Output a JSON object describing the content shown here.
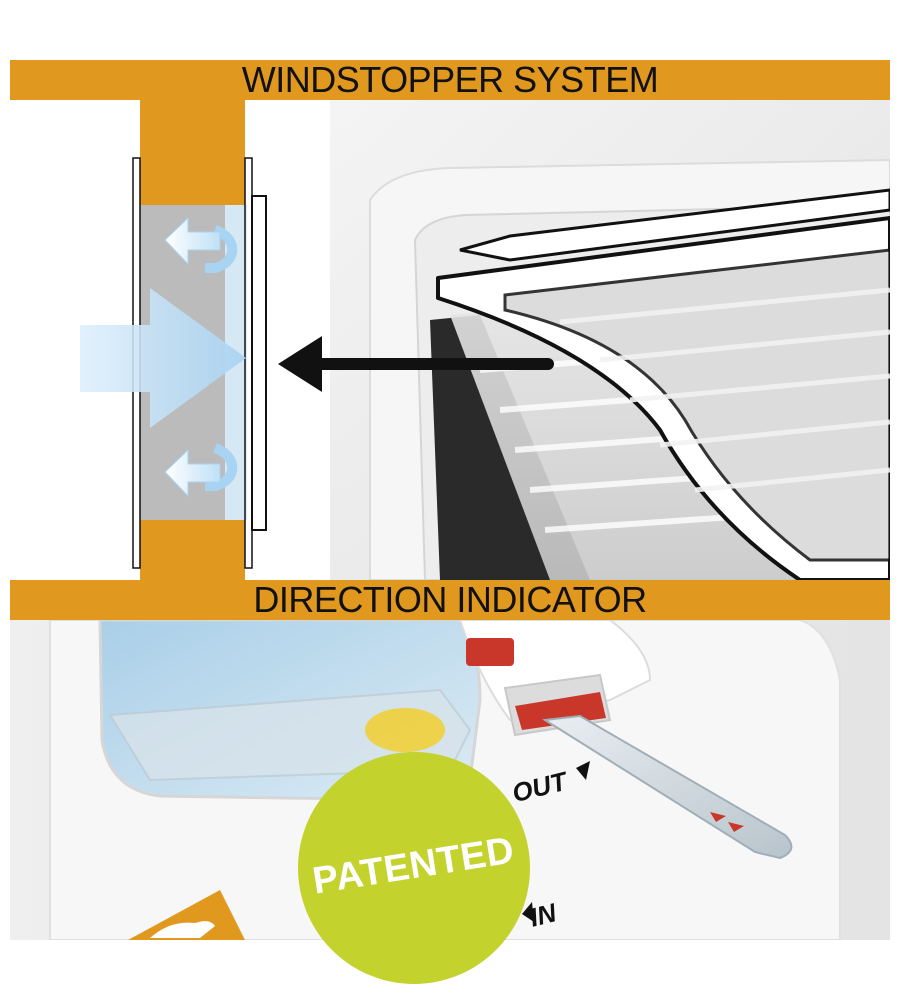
{
  "sections": {
    "top_title": "WINDSTOPPER SYSTEM",
    "bottom_title": "DIRECTION INDICATOR"
  },
  "badge": {
    "text": "PATENTED"
  },
  "indicator": {
    "out_label": "OUT",
    "in_label": "IN"
  },
  "colors": {
    "banner": "#E0981F",
    "badge": "#C4D22E",
    "indicator_red": "#C8372A",
    "airflow_blue": "#B9DDF5"
  },
  "icons": {
    "airflow": "airflow-arrow-icon",
    "callout": "callout-arrow-icon",
    "out_direction": "triangle-right-icon",
    "in_direction": "triangle-left-icon"
  }
}
